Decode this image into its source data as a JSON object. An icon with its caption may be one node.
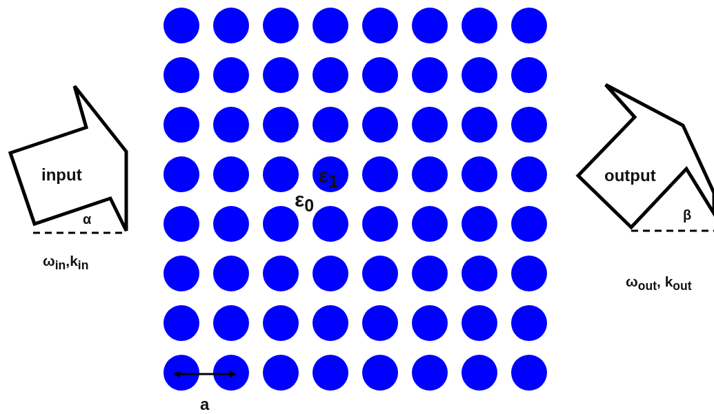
{
  "diagram": {
    "nodes": [
      {
        "text": [
          "input"
        ]
      },
      {
        "text": [
          "output"
        ]
      }
    ],
    "edges": [],
    "labels": [
      "ε$_{1}$",
      "ε$_{0}$",
      "α",
      "β",
      "ω$_{in}$,k$_{in}$",
      "ω$_{out}$, k$_{out}$",
      "a"
    ]
  }
}
